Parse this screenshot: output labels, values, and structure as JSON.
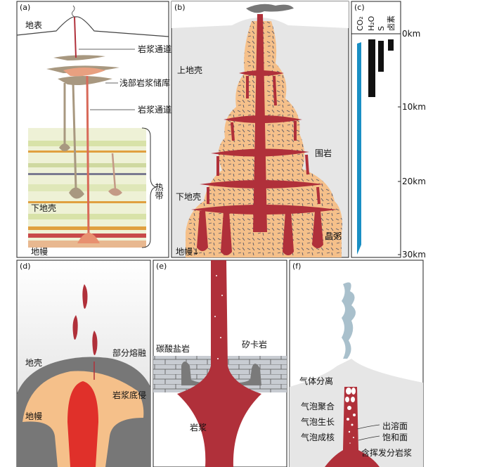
{
  "panels": {
    "a": {
      "tag": "(a)",
      "surface": "地表",
      "conduit_top": "岩浆通道",
      "shallow_reservoir": "浅部岩浆储库",
      "conduit_mid": "岩浆通道",
      "hot_zone": "热带",
      "lower_crust": "下地壳",
      "mantle": "地幔"
    },
    "b": {
      "tag": "(b)",
      "upper_crust": "上地壳",
      "lower_crust": "下地壳",
      "country_rock": "围岩",
      "mush": "晶粥",
      "mantle": "地幔↓"
    },
    "c": {
      "tag": "(c)",
      "species": [
        "CO₂",
        "H₂O",
        "S",
        "卤素"
      ],
      "depth_ticks": [
        "0km",
        "10km",
        "20km",
        "30km"
      ]
    },
    "d": {
      "tag": "(d)",
      "crust": "地壳",
      "partial_melt": "部分熔融",
      "underplating": "岩浆底侵",
      "mantle": "地幔"
    },
    "e": {
      "tag": "(e)",
      "carbonate": "碳酸盐岩",
      "skarn": "矽卡岩",
      "magma": "岩浆"
    },
    "f": {
      "tag": "(f)",
      "gas_separation": "气体分离",
      "coalescence": "气泡聚合",
      "growth": "气泡生长",
      "nucleation": "气泡成核",
      "exsolution": "出溶面",
      "saturation": "饱和面",
      "volatile_magma": "含挥发分岩浆"
    }
  },
  "colors": {
    "magma_dark": "#b0303a",
    "magma_bright": "#e0302a",
    "mush": "#f5c08a",
    "crust_gray": "#7a7a7a",
    "light_gray": "#e6e6e6",
    "co2_bar": "#1a8fc4",
    "tan": "#a89880"
  }
}
